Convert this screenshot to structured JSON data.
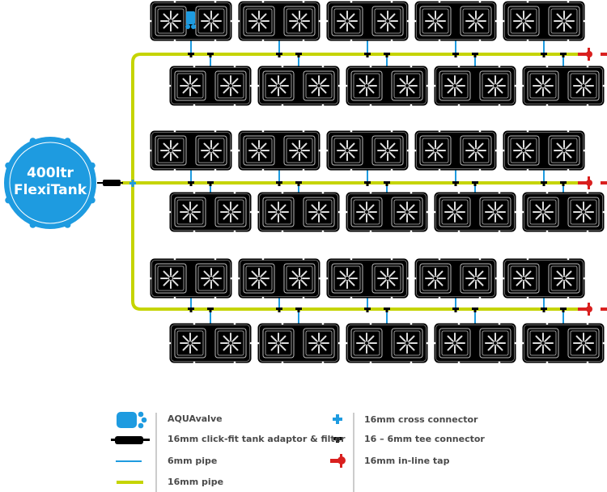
{
  "tank": {
    "label_line1": "400ltr",
    "label_line2": "FlexiTank",
    "color": "#1e9be0"
  },
  "colors": {
    "pipe_16mm": "#c5d400",
    "pipe_6mm": "#1e9be0",
    "tap": "#d9201f",
    "tray": "#000000"
  },
  "layout_summary": {
    "groups": 3,
    "trays_per_row": 5,
    "rows_per_group": 2
  },
  "legend": {
    "left": [
      {
        "icon": "aquavalve-icon",
        "label": "AQUAvalve"
      },
      {
        "icon": "tank-adaptor-filter-icon",
        "label": "16mm click-fit tank adaptor & filter"
      },
      {
        "icon": "pipe-6mm-icon",
        "label": "6mm pipe"
      },
      {
        "icon": "pipe-16mm-icon",
        "label": "16mm pipe"
      }
    ],
    "right": [
      {
        "icon": "cross-connector-icon",
        "label": "16mm cross connector"
      },
      {
        "icon": "tee-connector-icon",
        "label": "16 – 6mm tee connector"
      },
      {
        "icon": "inline-tap-icon",
        "label": "16mm in-line tap"
      }
    ]
  }
}
